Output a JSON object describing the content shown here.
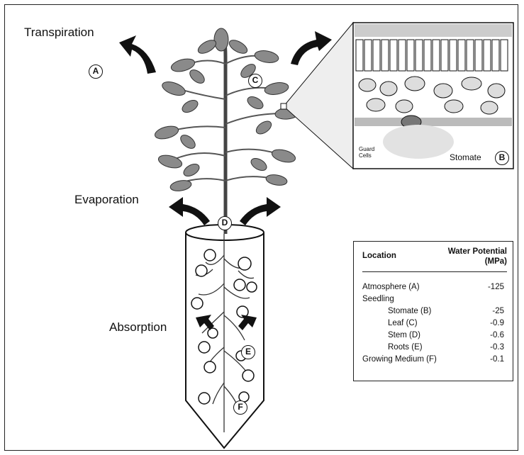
{
  "labels": {
    "transpiration": "Transpiration",
    "evaporation": "Evaporation",
    "absorption": "Absorption",
    "guard_cells": "Guard Cells",
    "stomate": "Stomate"
  },
  "markers": {
    "a": "A",
    "b": "B",
    "c": "C",
    "d": "D",
    "e": "E",
    "f": "F"
  },
  "table": {
    "headers": {
      "location": "Location",
      "water_potential": "Water Potential",
      "units": "(MPa)"
    },
    "rows": [
      {
        "location": "Atmosphere (A)",
        "value": "-125"
      },
      {
        "location": "Seedling",
        "value": ""
      },
      {
        "location": "Stomate (B)",
        "value": "-25"
      },
      {
        "location": "Leaf (C)",
        "value": "-0.9"
      },
      {
        "location": "Stem (D)",
        "value": "-0.6"
      },
      {
        "location": "Roots (E)",
        "value": "-0.3"
      },
      {
        "location": "Growing Medium (F)",
        "value": "-0.1"
      }
    ]
  }
}
